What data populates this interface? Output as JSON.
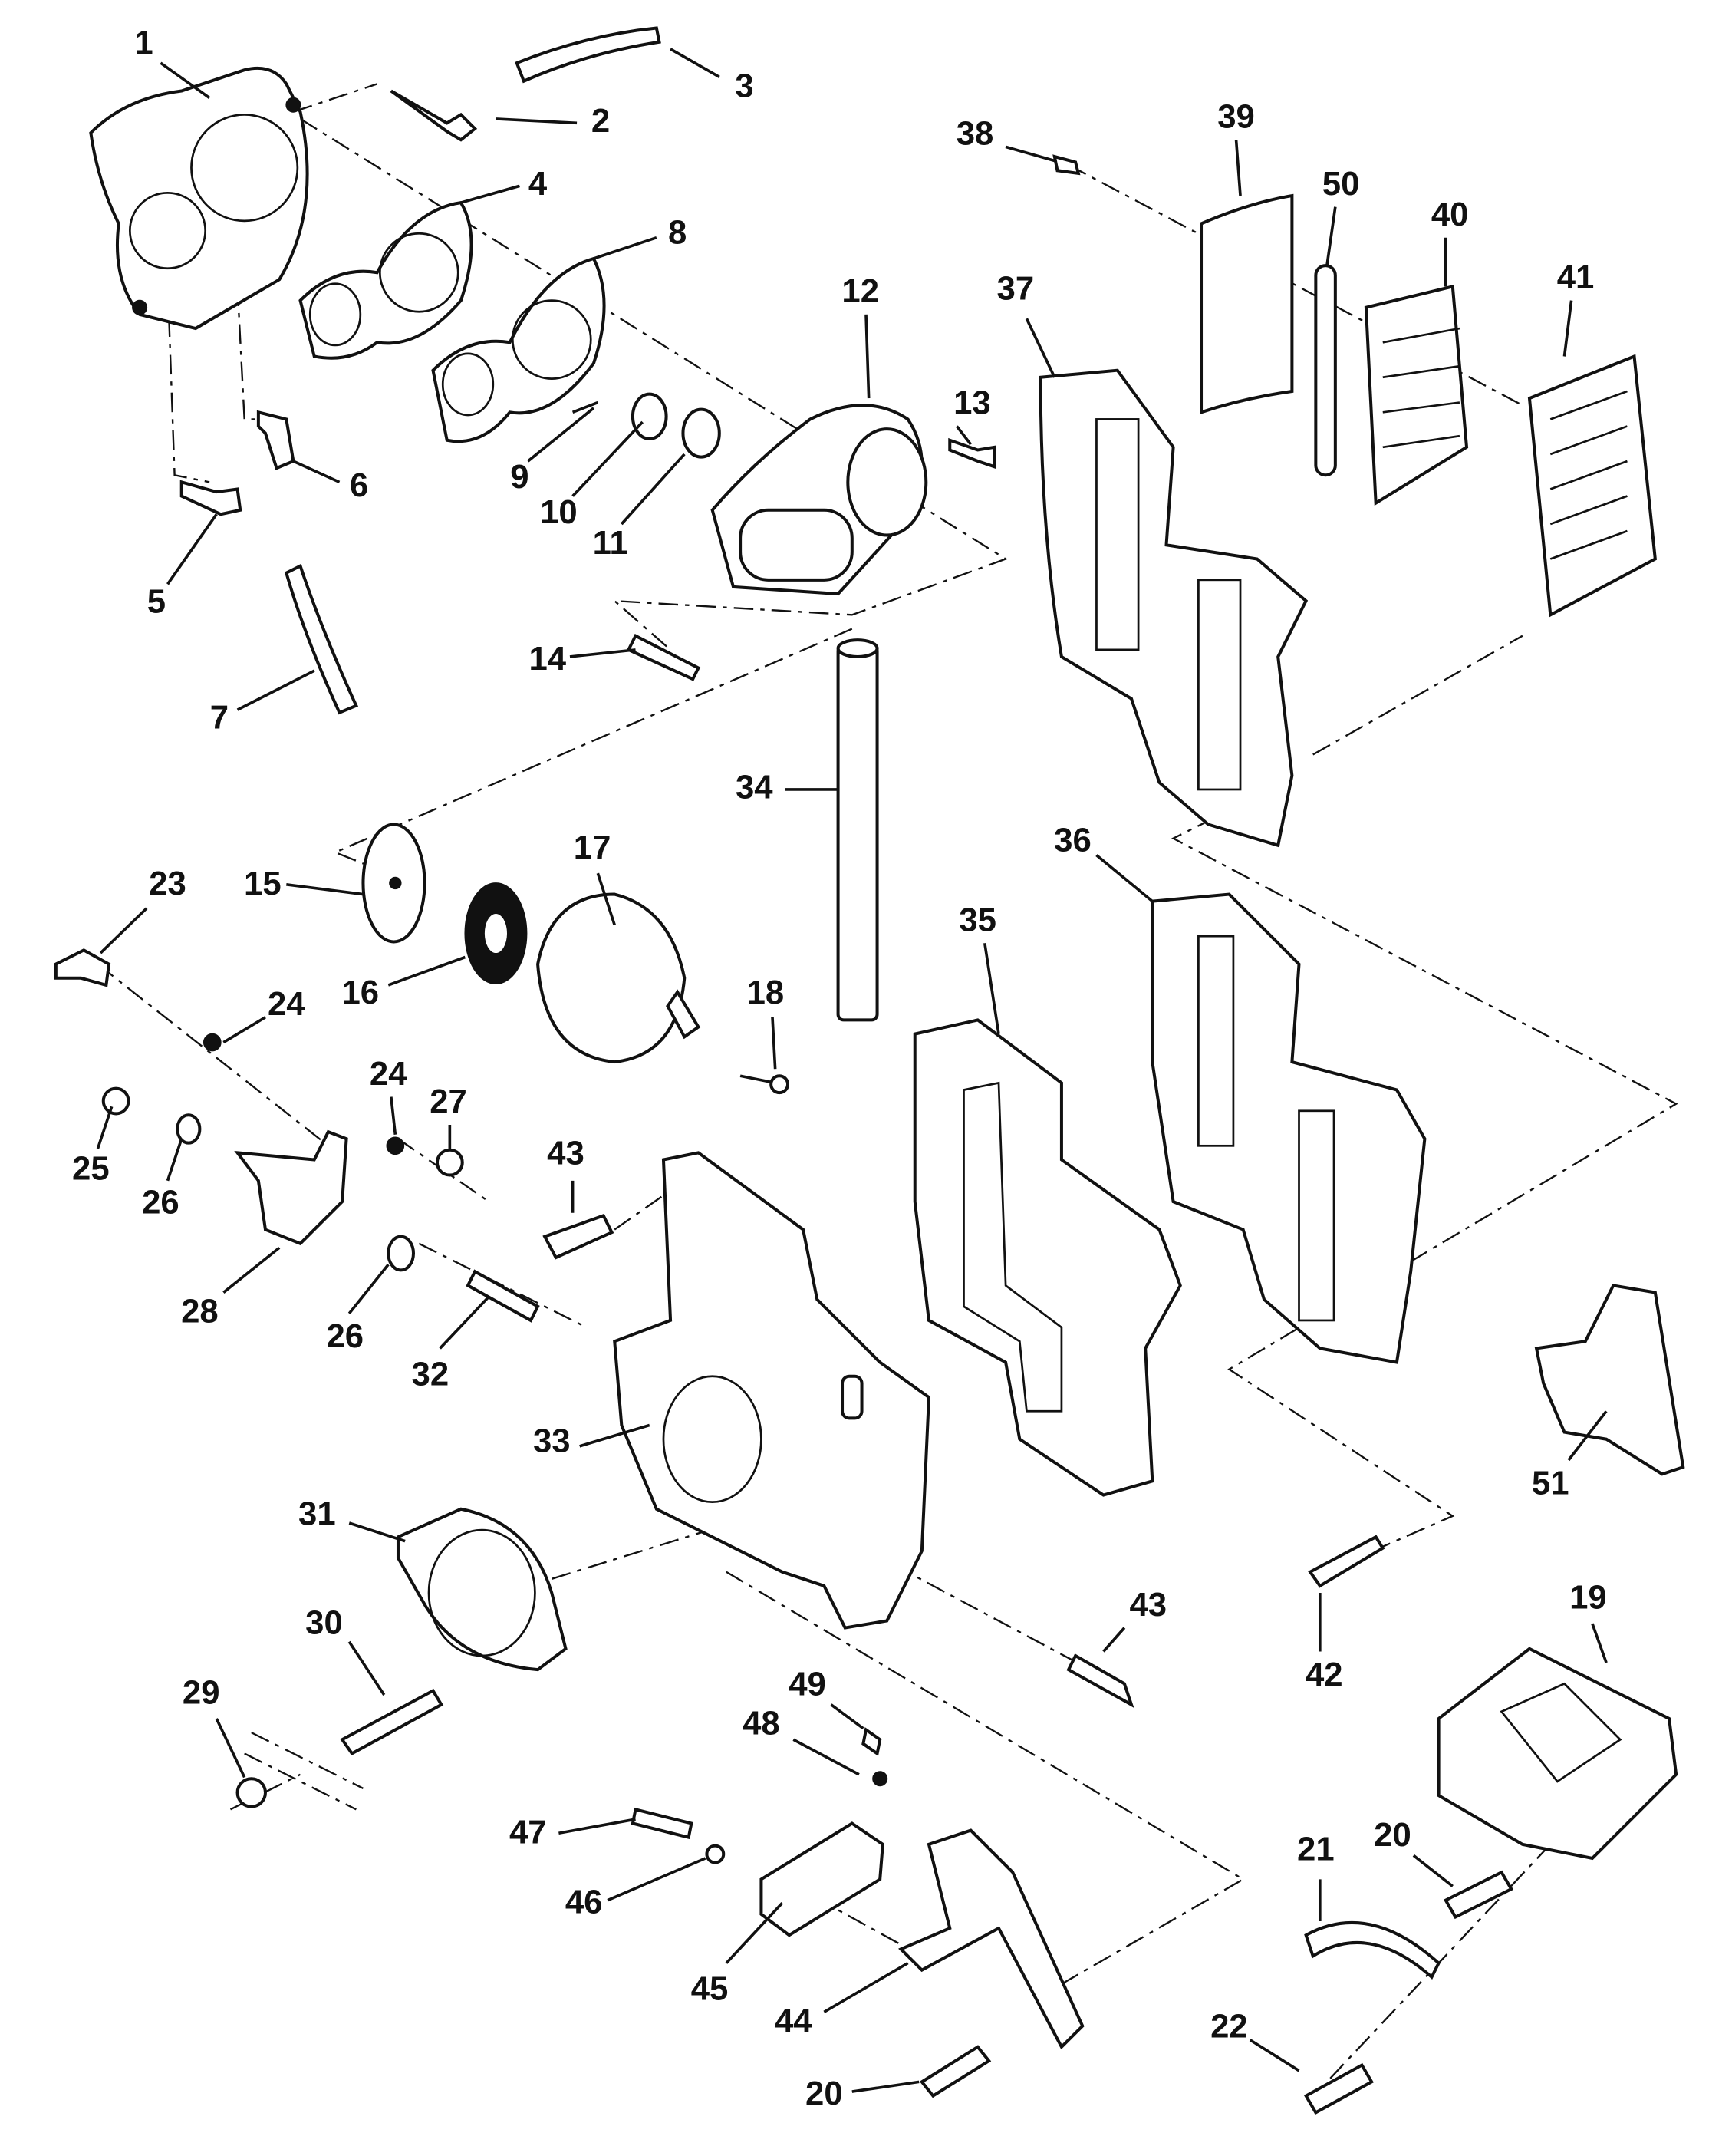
{
  "diagram": {
    "type": "exploded parts diagram",
    "callouts": [
      "1",
      "2",
      "3",
      "4",
      "8",
      "12",
      "13",
      "38",
      "39",
      "50",
      "40",
      "41",
      "37",
      "5",
      "6",
      "9",
      "10",
      "11",
      "14",
      "7",
      "34",
      "17",
      "15",
      "16",
      "23",
      "24",
      "25",
      "26",
      "28",
      "24",
      "27",
      "43",
      "18",
      "35",
      "36",
      "26",
      "32",
      "33",
      "31",
      "30",
      "29",
      "43",
      "42",
      "51",
      "19",
      "49",
      "48",
      "47",
      "46",
      "45",
      "44",
      "20",
      "21",
      "22",
      "20"
    ]
  }
}
